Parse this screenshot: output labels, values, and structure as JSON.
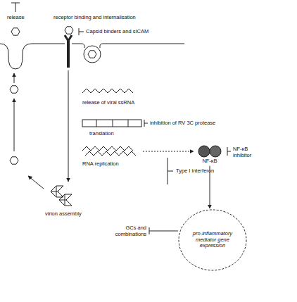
{
  "diagram": {
    "nodes": [
      {
        "text": [
          "NF-κB"
        ]
      },
      {
        "text": [
          "pro-inflammatory mediator gene expression"
        ]
      }
    ],
    "edges": [
      {
        "from": 0,
        "to": 1,
        "arrow": "to"
      }
    ],
    "labels": [
      "release",
      "receptor binding and internalisation",
      "Capsid binders and sICAM",
      "release of viral ssRNA",
      "inhibition of RV 3C protease",
      "translation",
      "RNA replication",
      "NF-κB inhibitor",
      "Type I interferon",
      "virion assembly",
      "GCs and combinations"
    ]
  }
}
